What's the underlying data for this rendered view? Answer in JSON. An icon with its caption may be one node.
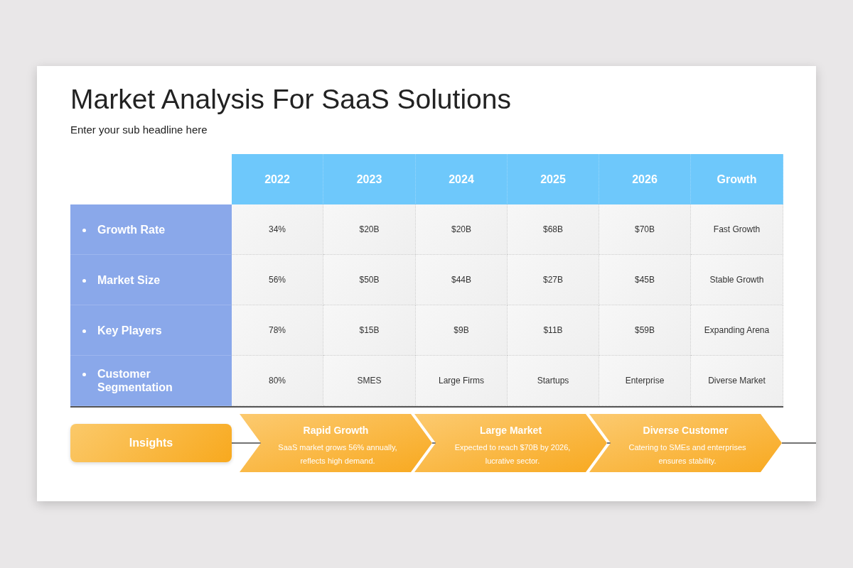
{
  "diagram": {
    "title": "Market Analysis For SaaS Solutions",
    "nodes": [
      {
        "text": [
          "Insights"
        ]
      },
      {
        "text": [
          "Rapid Growth",
          "SaaS market grows 56% annually, reflects high demand."
        ]
      },
      {
        "text": [
          "Large Market",
          "Expected to reach $70B by 2026, lucrative sector."
        ]
      },
      {
        "text": [
          "Diverse Customer",
          "Catering to SMEs and enterprises ensures stability."
        ]
      }
    ],
    "edges": [
      {
        "from": 0,
        "to": 1,
        "arrow": "none"
      },
      {
        "from": 1,
        "to": 2,
        "arrow": "none"
      },
      {
        "from": 2,
        "to": 3,
        "arrow": "none"
      },
      {
        "from": 3,
        "to": null,
        "arrow": "none"
      }
    ],
    "labels": [
      "Enter your sub headline here",
      "2022",
      "2023",
      "2024",
      "2025",
      "2026",
      "Growth",
      "Growth Rate",
      "34%",
      "$20B",
      "$20B",
      "$68B",
      "$70B",
      "Fast Growth",
      "Market Size",
      "56%",
      "$50B",
      "$44B",
      "$27B",
      "$45B",
      "Stable Growth",
      "Key Players",
      "78%",
      "$15B",
      "$9B",
      "$11B",
      "$59B",
      "Expanding Arena",
      "Customer Segmentation",
      "80%",
      "SMES",
      "Large Firms",
      "Startups",
      "Enterprise",
      "Diverse Market"
    ]
  }
}
